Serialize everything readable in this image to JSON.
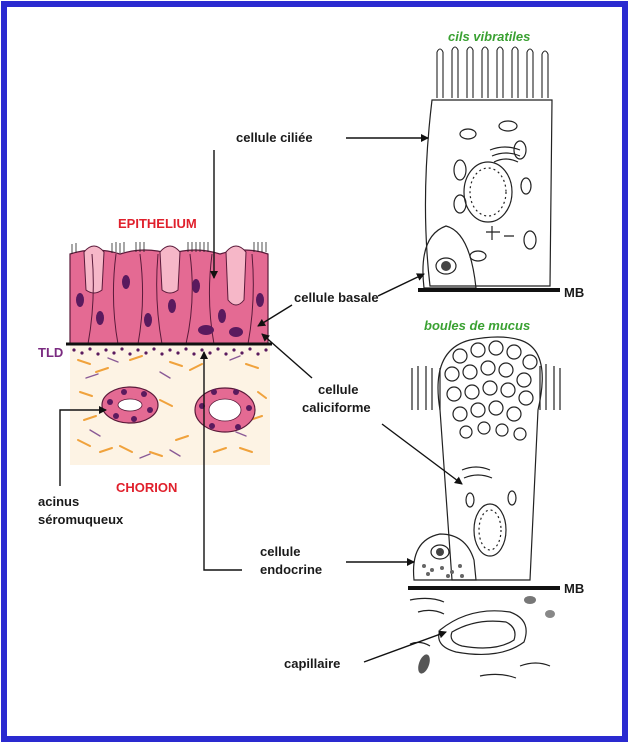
{
  "labels": {
    "cils_vibratiles": "cils vibratiles",
    "cellule_ciliee": "cellule ciliée",
    "epithelium": "EPITHELIUM",
    "cellule_basale": "cellule basale",
    "mb_top": "MB",
    "boules_de_mucus": "boules de mucus",
    "tld": "TLD",
    "cellule_caliciforme_1": "cellule",
    "cellule_caliciforme_2": "caliciforme",
    "chorion": "CHORION",
    "acinus_1": "acinus",
    "acinus_2": "séromuqueux",
    "cellule_endocrine_1": "cellule",
    "cellule_endocrine_2": "endocrine",
    "mb_bottom": "MB",
    "capillaire": "capillaire"
  },
  "colors": {
    "frame": "#2a2ad0",
    "label_red": "#e0202c",
    "label_green": "#3aa132",
    "label_purple": "#7a2a80",
    "epithelium_pink": "#e46a93",
    "nucleus": "#5a1a5e",
    "chorion_orange": "#f0a23c"
  }
}
